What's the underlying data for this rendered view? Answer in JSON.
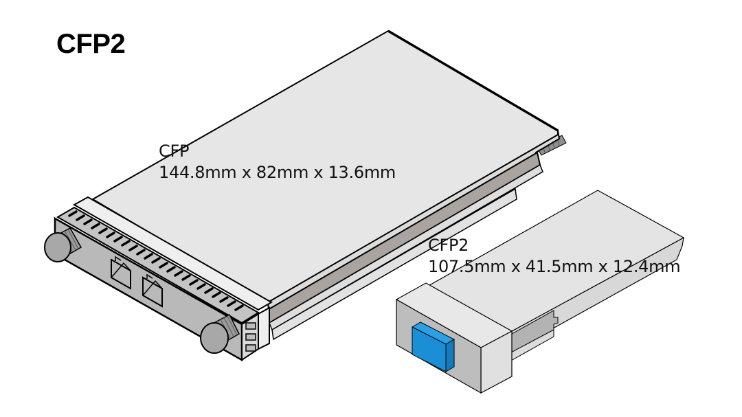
{
  "title": "CFP2",
  "modules": [
    {
      "name": "CFP",
      "dimensions": "144.8mm x 82mm x 13.6mm",
      "length_mm": 144.8,
      "width_mm": 82,
      "height_mm": 13.6
    },
    {
      "name": "CFP2",
      "dimensions": "107.5mm x 41.5mm x 12.4mm",
      "length_mm": 107.5,
      "width_mm": 41.5,
      "height_mm": 12.4
    }
  ],
  "colors": {
    "background": "#ffffff",
    "module_top": "#e6e6e6",
    "front_plate": "#b9b9b9",
    "rail": "#a7a39e",
    "connector_blue": "#1a8fd6",
    "outline": "#000000"
  }
}
